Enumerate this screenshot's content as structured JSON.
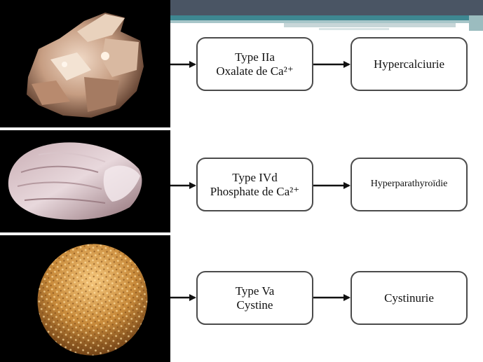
{
  "rows": [
    {
      "type_line1": "Type IIa",
      "type_line2": "Oxalate de Ca²⁺",
      "condition": "Hypercalciurie"
    },
    {
      "type_line1": "Type IVd",
      "type_line2": "Phosphate de Ca²⁺",
      "condition": "Hyperparathyroïdie"
    },
    {
      "type_line1": "Type Va",
      "type_line2": "Cystine",
      "condition": "Cystinurie"
    }
  ],
  "colors": {
    "header_bar": "#4a5564",
    "accent_teal": "#3e8791",
    "box_border": "#4b4b4b",
    "arrow": "#111111",
    "photo_background": "#000000"
  },
  "icons": [
    "arrow-right-icon"
  ]
}
